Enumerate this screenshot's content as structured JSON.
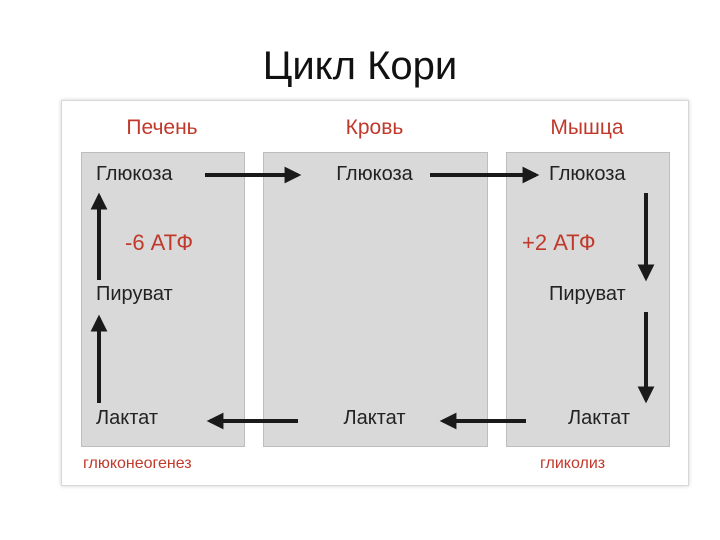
{
  "title": "Цикл Кори",
  "columns": {
    "liver": {
      "header": "Печень",
      "glucose": "Глюкоза",
      "pyruvate": "Пируват",
      "lactate": "Лактат",
      "atp": "-6 АТФ",
      "process": "глюконеогенез"
    },
    "blood": {
      "header": "Кровь",
      "glucose": "Глюкоза",
      "lactate": "Лактат"
    },
    "muscle": {
      "header": "Мышца",
      "glucose": "Глюкоза",
      "pyruvate": "Пируват",
      "lactate": "Лактат",
      "atp": "+2 АТФ",
      "process": "гликолиз"
    }
  },
  "colors": {
    "accent_red": "#c0392b",
    "panel_gray": "#d9d9d9",
    "arrow": "#1a1a1a"
  }
}
